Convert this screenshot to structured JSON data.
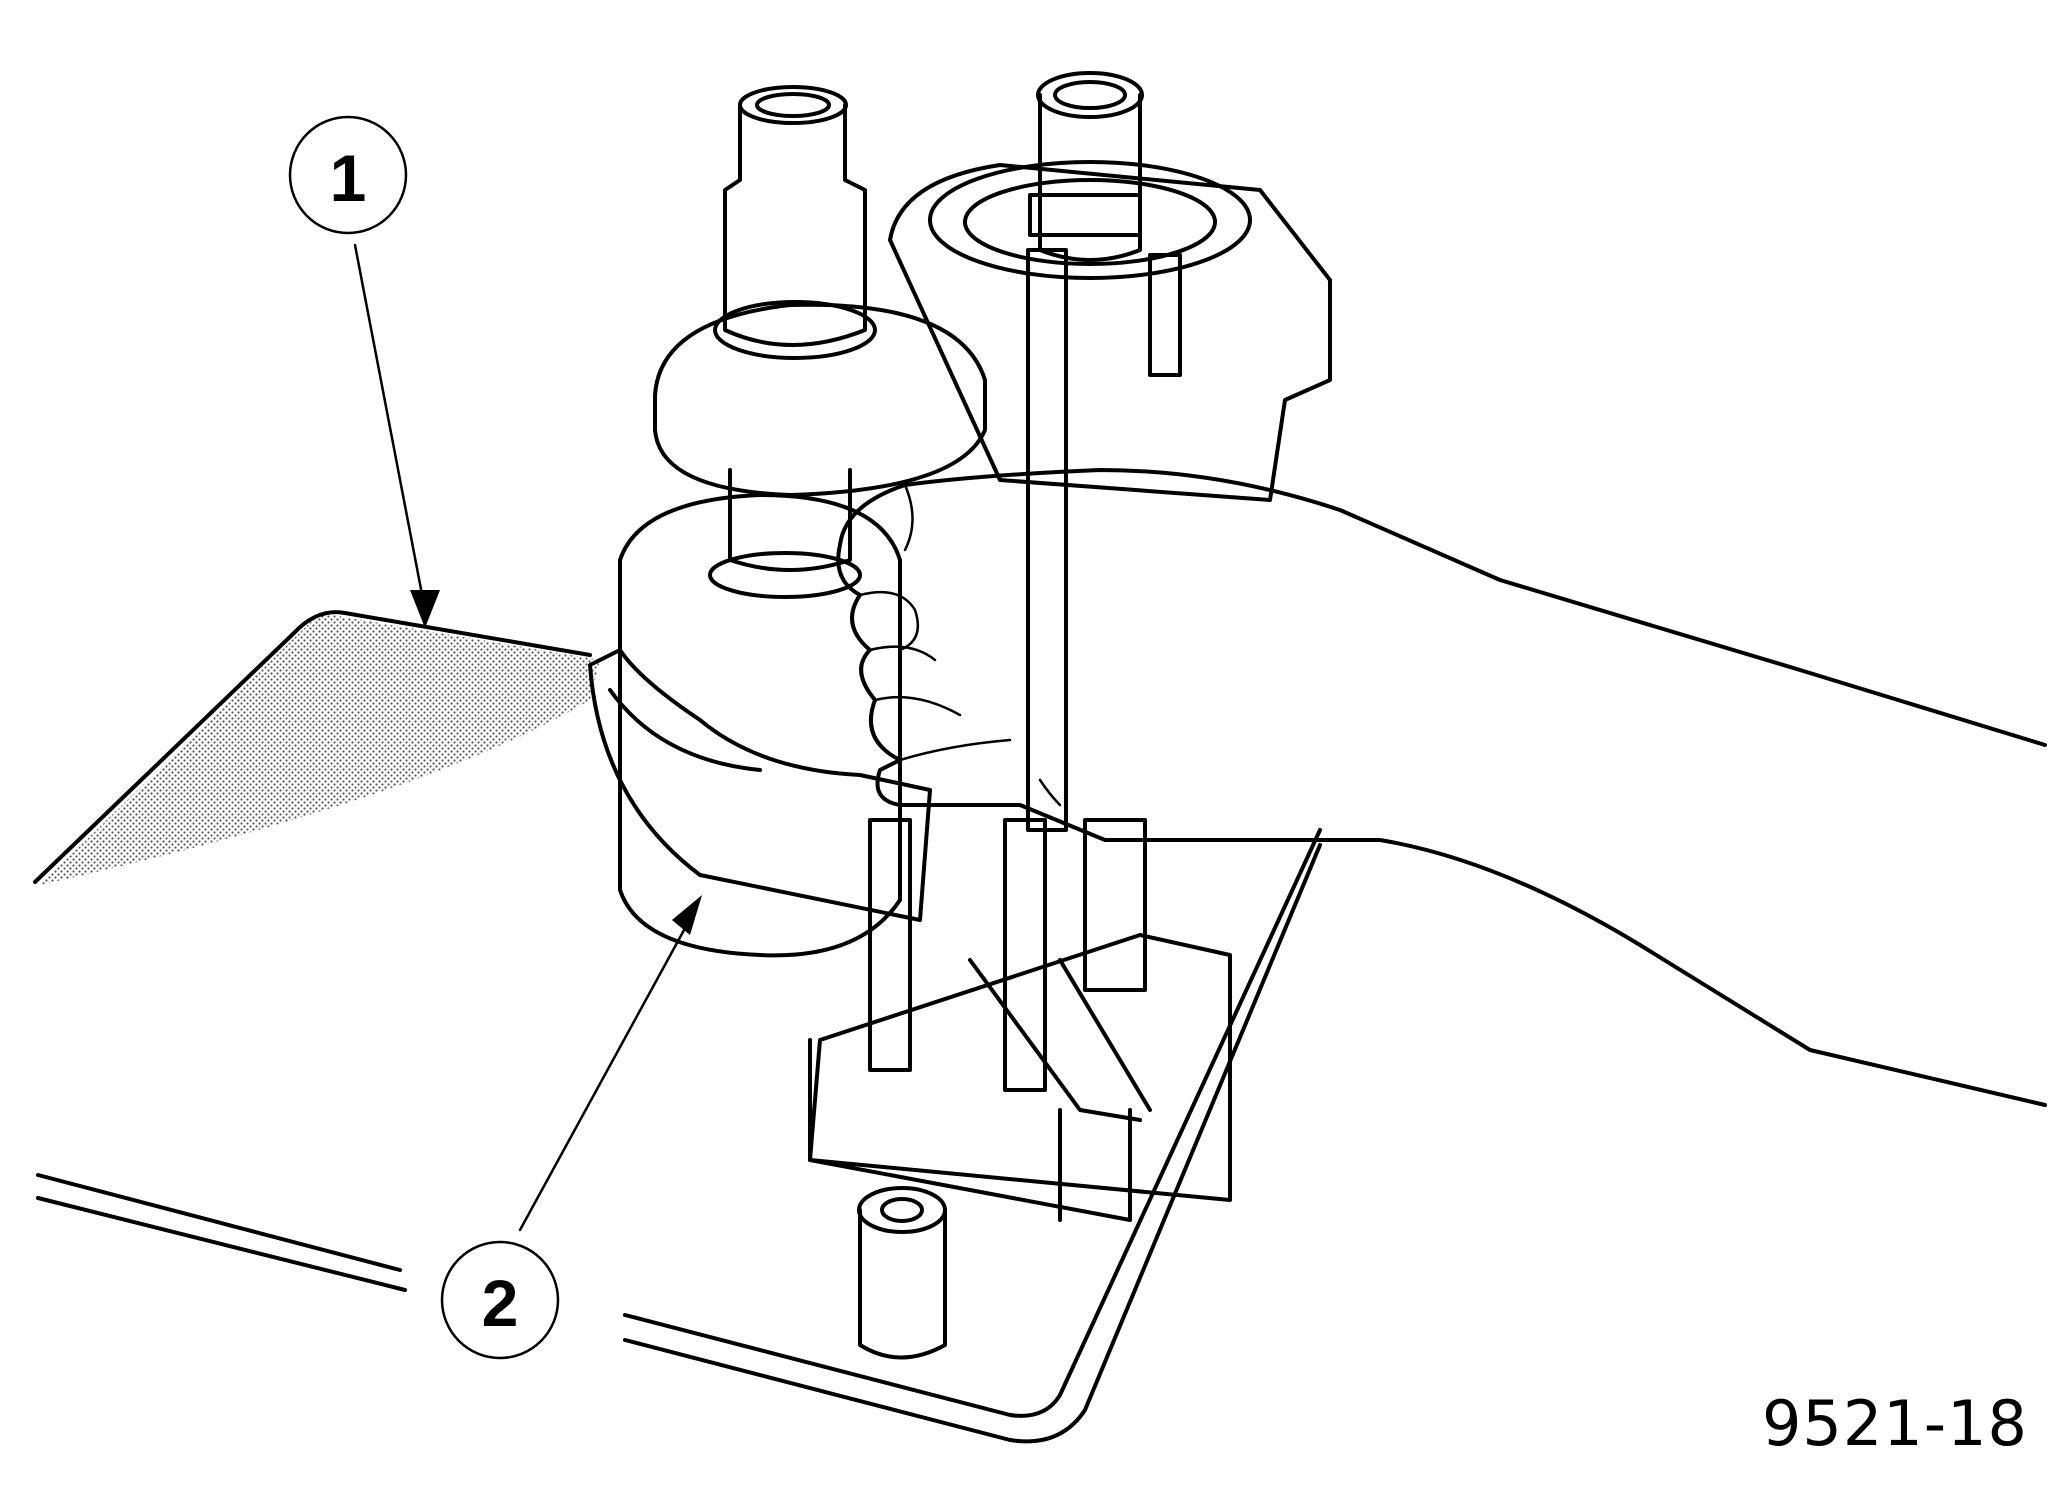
{
  "callouts": [
    {
      "label": "1"
    },
    {
      "label": "2"
    }
  ],
  "figure_number": "9521-18",
  "colors": {
    "line": "#000000",
    "shade": "#a8a8a8",
    "background": "#ffffff"
  }
}
